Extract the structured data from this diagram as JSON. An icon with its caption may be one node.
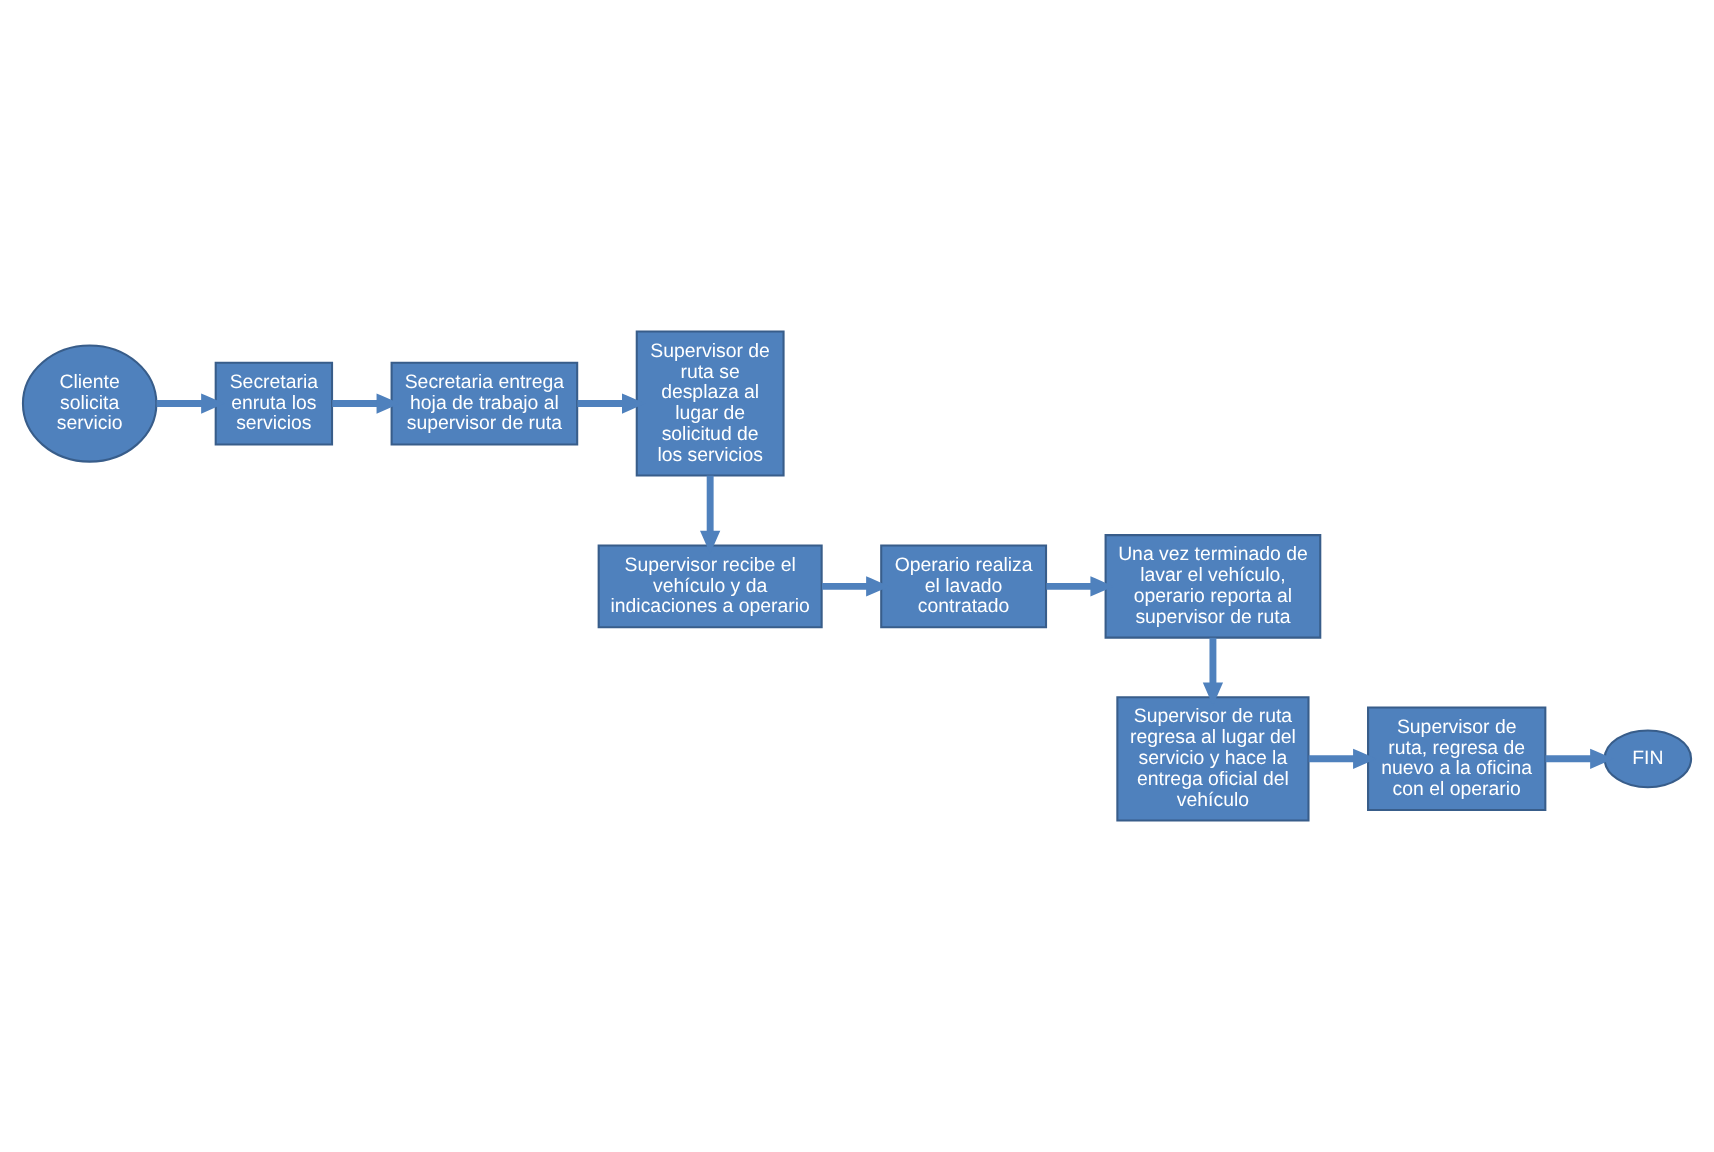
{
  "diagram": {
    "nodes": [
      {
        "text": [
          "Cliente solicita servicio"
        ]
      },
      {
        "text": [
          "Secretaria enruta los servicios"
        ]
      },
      {
        "text": [
          "Secretaria entrega hoja de trabajo al supervisor de ruta"
        ]
      },
      {
        "text": [
          "Supervisor de ruta se desplaza al lugar de solicitud de los servicios"
        ]
      },
      {
        "text": [
          "Supervisor recibe el vehículo y da indicaciones a operario"
        ]
      },
      {
        "text": [
          "Operario realiza el lavado contratado"
        ]
      },
      {
        "text": [
          "Una vez terminado de lavar el vehículo, operario reporta al supervisor de ruta"
        ]
      },
      {
        "text": [
          "Supervisor de ruta regresa al lugar del servicio y hace la entrega oficial del vehículo"
        ]
      },
      {
        "text": [
          "Supervisor de ruta, regresa de nuevo a la oficina con el operario"
        ]
      },
      {
        "text": [
          "FIN"
        ]
      }
    ],
    "edges": [
      {
        "from": 0,
        "to": 1,
        "arrow": "to"
      },
      {
        "from": 1,
        "to": 2,
        "arrow": "to"
      },
      {
        "from": 2,
        "to": 3,
        "arrow": "to"
      },
      {
        "from": 3,
        "to": 4,
        "arrow": "to"
      },
      {
        "from": 4,
        "to": 5,
        "arrow": "to"
      },
      {
        "from": 5,
        "to": 6,
        "arrow": "to"
      },
      {
        "from": 6,
        "to": 7,
        "arrow": "to"
      },
      {
        "from": 7,
        "to": 8,
        "arrow": "to"
      },
      {
        "from": 8,
        "to": 9,
        "arrow": "to"
      }
    ]
  }
}
